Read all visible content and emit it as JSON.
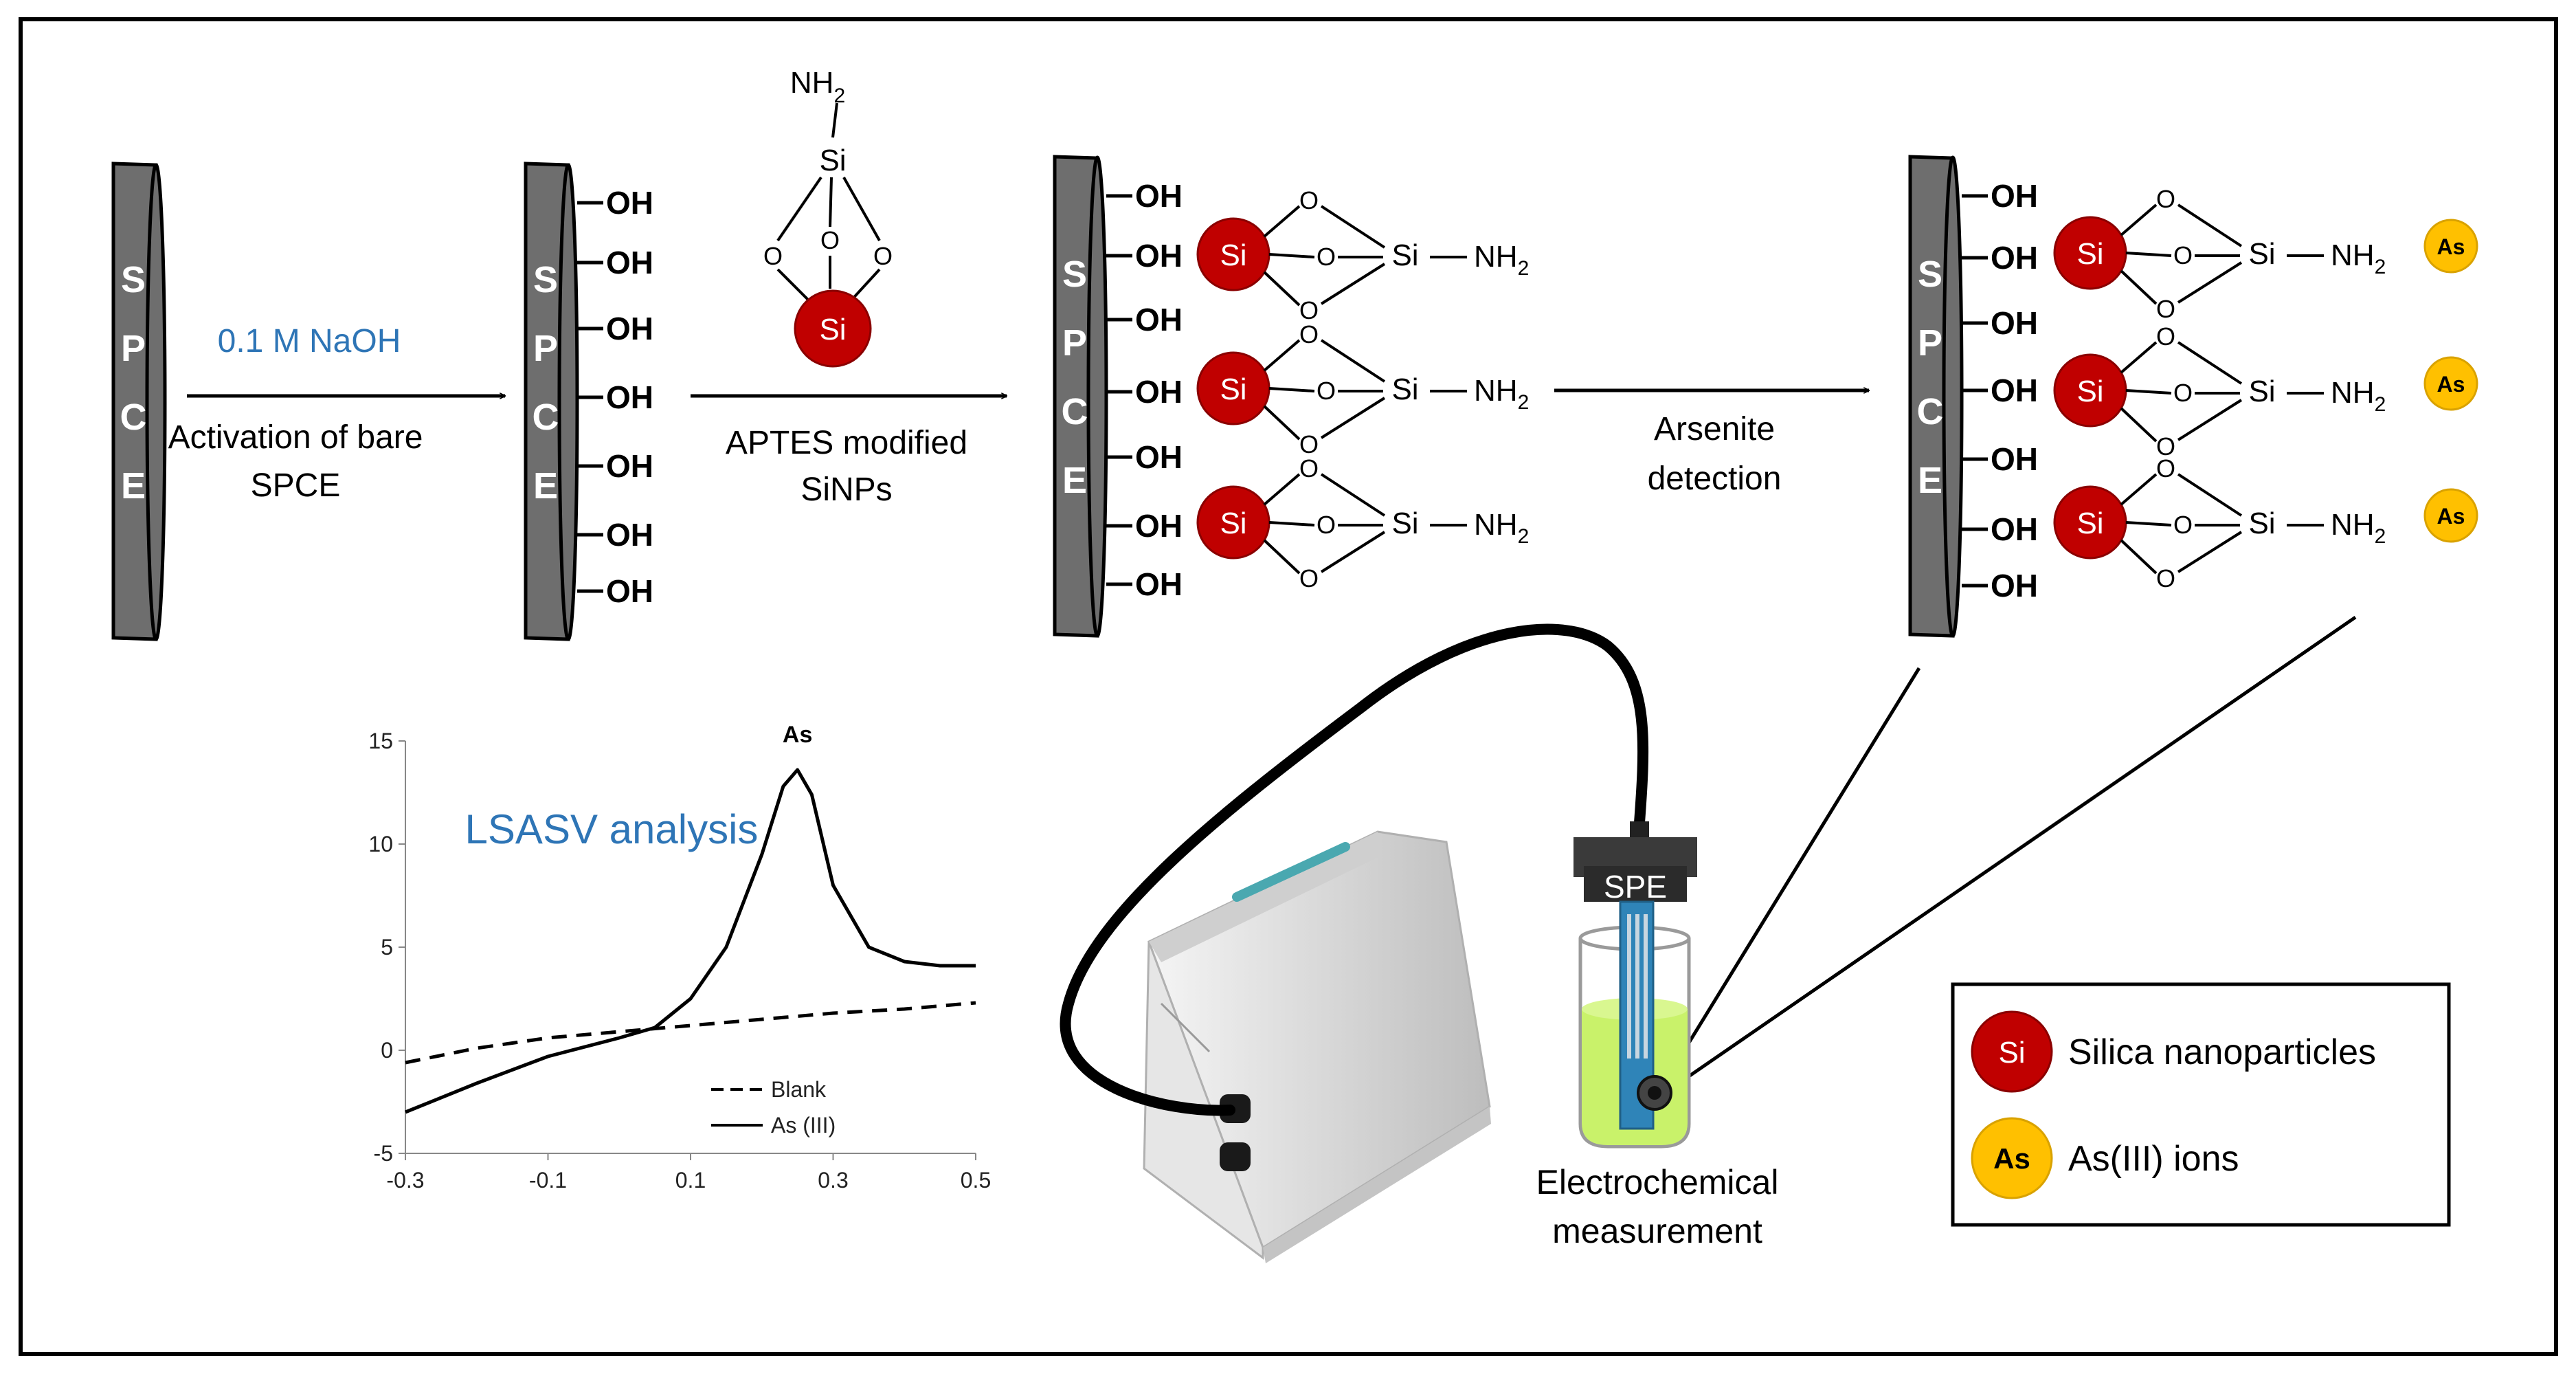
{
  "diagram": {
    "electrode_label": "SPCE",
    "electrode_letters": [
      "S",
      "P",
      "C",
      "E"
    ],
    "hydroxyl": "OH",
    "oxygen": "O",
    "silicon": "Si",
    "amine": "NH",
    "amine_subscript": "2",
    "arsenic": "As",
    "step1": {
      "reagent": "0.1 M NaOH",
      "line1": "Activation of bare",
      "line2": "SPCE"
    },
    "step2": {
      "line1": "APTES modified",
      "line2": "SiNPs"
    },
    "step3": {
      "line1": "Arsenite",
      "line2": "detection"
    },
    "measurement": {
      "line1": "Electrochemical",
      "line2": "measurement",
      "cell_cap": "SPE"
    },
    "legend": [
      {
        "symbol": "Si",
        "label": "Silica nanoparticles",
        "color": "#c00000"
      },
      {
        "symbol": "As",
        "label": "As(III) ions",
        "color": "#ffc000"
      }
    ],
    "colors": {
      "electrode": "#6e6e6e",
      "silica": "#c00000",
      "arsenic": "#ffc000",
      "accent_text": "#2e75b6",
      "solution": "#c9f26a"
    }
  },
  "chart_data": {
    "type": "line",
    "title": "LSASV analysis",
    "peak_label": "As",
    "xlabel": "",
    "ylabel": "",
    "xlim": [
      -0.3,
      0.5
    ],
    "ylim": [
      -5,
      15
    ],
    "x_ticks": [
      "-0.3",
      "-0.1",
      "0.1",
      "0.3",
      "0.5"
    ],
    "y_ticks": [
      "15",
      "10",
      "5",
      "0",
      "-5"
    ],
    "series": [
      {
        "name": "Blank",
        "style": "dashed",
        "x": [
          -0.3,
          -0.2,
          -0.1,
          0.0,
          0.1,
          0.2,
          0.3,
          0.4,
          0.5
        ],
        "y": [
          -0.6,
          0.1,
          0.6,
          0.9,
          1.2,
          1.5,
          1.8,
          2.0,
          2.3
        ]
      },
      {
        "name": "As (III)",
        "style": "solid",
        "x": [
          -0.3,
          -0.2,
          -0.1,
          0.0,
          0.05,
          0.1,
          0.15,
          0.2,
          0.23,
          0.25,
          0.27,
          0.3,
          0.35,
          0.4,
          0.45,
          0.5
        ],
        "y": [
          -3.0,
          -1.6,
          -0.3,
          0.6,
          1.1,
          2.5,
          5.0,
          9.5,
          12.8,
          13.6,
          12.4,
          8.0,
          5.0,
          4.3,
          4.1,
          4.1
        ]
      }
    ],
    "legend_position": "bottom-center"
  }
}
